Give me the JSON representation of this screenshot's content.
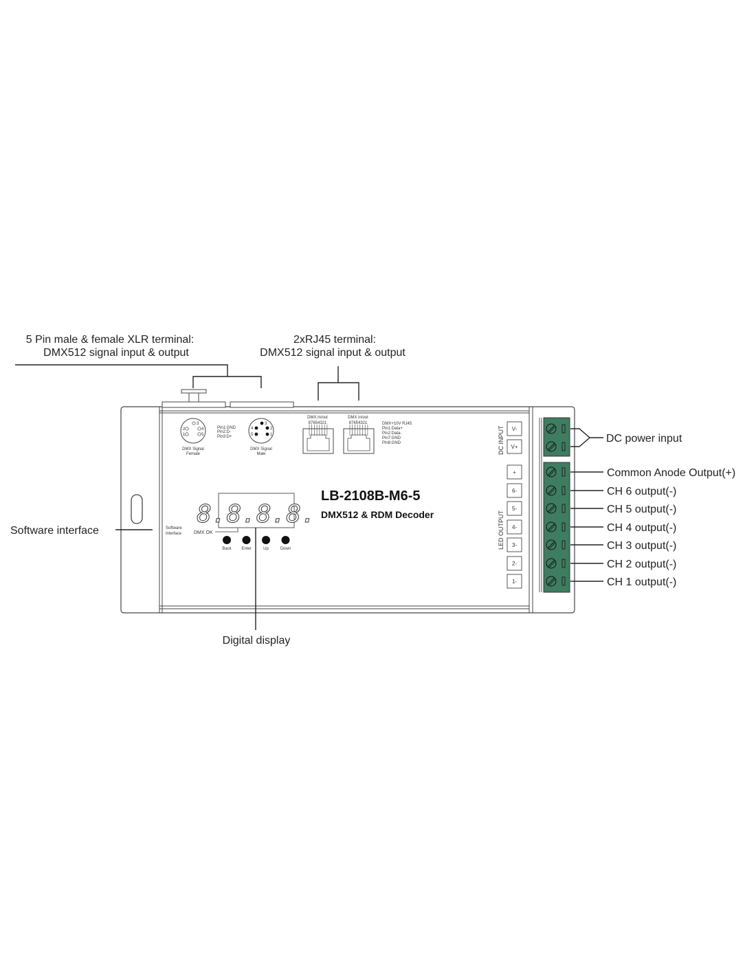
{
  "callouts": {
    "xlr_line1": "5 Pin male & female XLR terminal:",
    "xlr_line2": "DMX512 signal input & output",
    "rj45_line1": "2xRJ45 terminal:",
    "rj45_line2": "DMX512 signal input & output",
    "software_interface": "Software interface",
    "digital_display": "Digital display",
    "dc_power_input": "DC power input",
    "outputs": [
      "Common Anode Output(+)",
      "CH 6 output(-)",
      "CH 5 output(-)",
      "CH 4 output(-)",
      "CH 3 output(-)",
      "CH 2 output(-)",
      "CH 1 output(-)"
    ]
  },
  "device": {
    "model": "LB-2108B-M6-5",
    "subtitle": "DMX512 & RDM Decoder",
    "xlr_female_label": [
      "DMX Signal",
      "Female"
    ],
    "xlr_male_label": [
      "DMX Signal",
      "Male"
    ],
    "xlr_female_pins": [
      "3",
      "2",
      "4",
      "1",
      "5"
    ],
    "xlr_male_pins": [
      "3",
      "4",
      "2",
      "5",
      "1"
    ],
    "xlr_pinout": [
      "Pin1:GND",
      "Pin2:D-",
      "Pin3:D+"
    ],
    "rj45_label": "DMX in/out",
    "rj45_pins": "87654321",
    "rj45_pinout": [
      "DMX+10V RJ45",
      "Pin1:Data+",
      "Pin2:Data-",
      "Pin7:GND",
      "Pin8:GND"
    ],
    "display": "8.8.8.8.",
    "software_label": [
      "Software",
      "interface"
    ],
    "dmx_ok": "DMX OK",
    "buttons": [
      "Back",
      "Enter",
      "Up",
      "Down"
    ],
    "dc_input_label": "DC INPUT",
    "led_output_label": "LED OUTPUT",
    "dc_terminals": [
      "V-",
      "V+"
    ],
    "led_terminals": [
      "+",
      "6-",
      "5-",
      "4-",
      "3-",
      "2-",
      "1-"
    ]
  },
  "colors": {
    "terminal_green": "#3f7d60"
  }
}
